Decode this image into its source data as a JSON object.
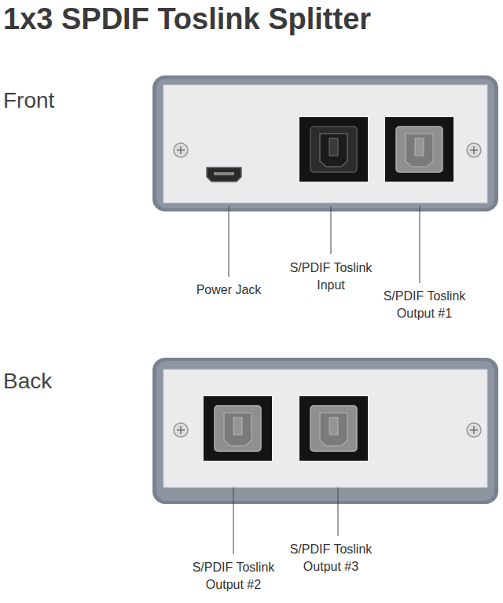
{
  "diagram": {
    "title": "1x3 SPDIF Toslink Splitter",
    "labels": [
      "Front",
      "Power Jack",
      "S/PDIF Toslink Input",
      "S/PDIF Toslink Output #1",
      "Back",
      "S/PDIF Toslink Output #2",
      "S/PDIF Toslink Output #3"
    ]
  }
}
